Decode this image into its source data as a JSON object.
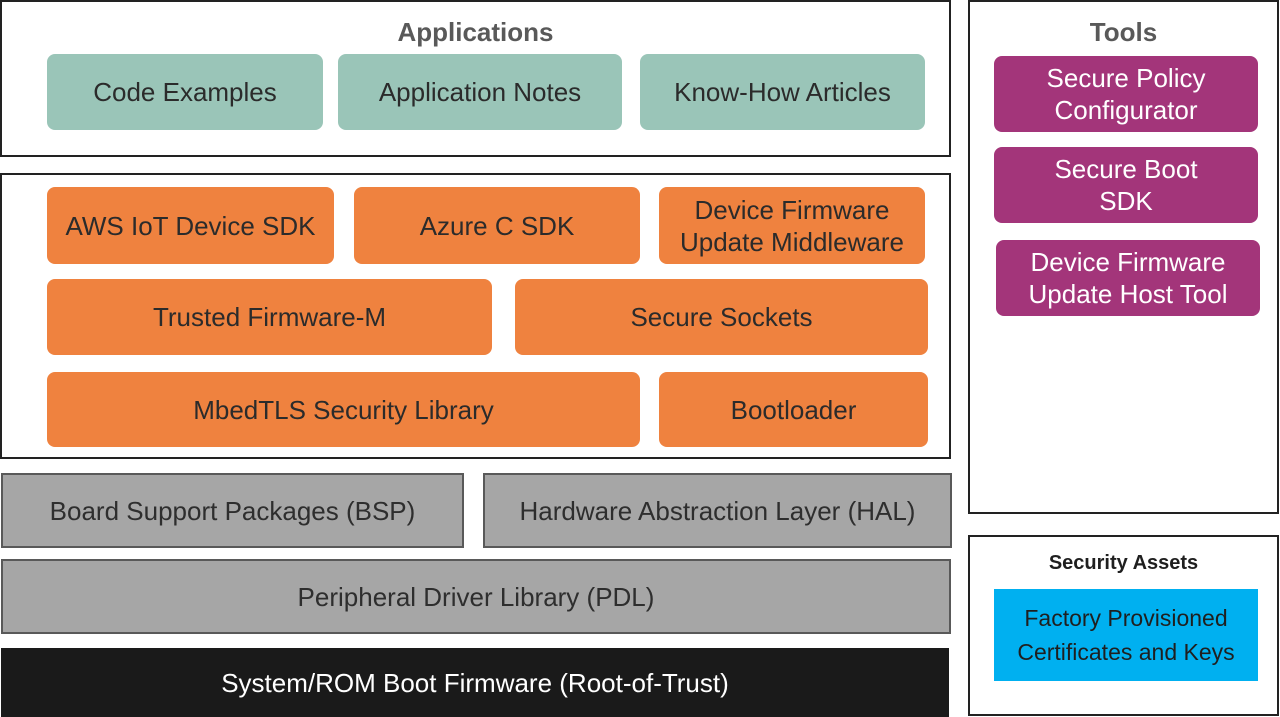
{
  "applications": {
    "title": "Applications",
    "items": [
      "Code Examples",
      "Application Notes",
      "Know-How Articles"
    ]
  },
  "middleware": {
    "row1": [
      "AWS IoT Device SDK",
      "Azure C SDK",
      "Device Firmware\nUpdate Middleware"
    ],
    "row2": [
      "Trusted Firmware-M",
      "Secure Sockets"
    ],
    "row3": [
      "MbedTLS Security Library",
      "Bootloader"
    ]
  },
  "hal_layer": {
    "bsp": "Board Support Packages (BSP)",
    "hal": "Hardware Abstraction Layer (HAL)",
    "pdl": "Peripheral Driver Library (PDL)",
    "rot": "System/ROM Boot Firmware (Root-of-Trust)"
  },
  "tools": {
    "title": "Tools",
    "items": [
      "Secure Policy\nConfigurator",
      "Secure Boot\nSDK",
      "Device Firmware\nUpdate Host Tool"
    ]
  },
  "security_assets": {
    "title": "Security Assets",
    "item": "Factory Provisioned\nCertificates and Keys"
  },
  "colors": {
    "applications": "#9ac5b8",
    "middleware": "#ef823f",
    "tools": "#a3357a",
    "drivers": "#a6a6a6",
    "root_of_trust": "#1a1a1a",
    "security_assets": "#00b0f0"
  }
}
